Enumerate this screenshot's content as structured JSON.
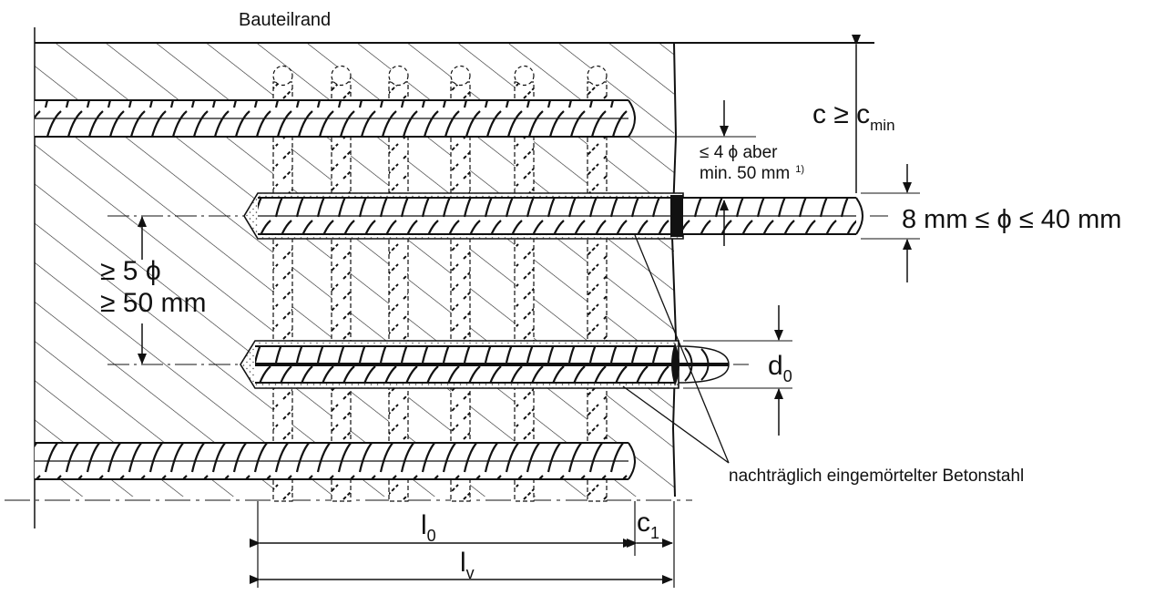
{
  "labels": {
    "component_edge": "Bauteilrand",
    "cover": "c ≥ c",
    "cover_sub": "min",
    "spacing_line1": "≤ 4 ϕ aber",
    "spacing_line2": "min. 50 mm",
    "spacing_note": "1)",
    "diameter_range": "8 mm ≤ ϕ ≤ 40 mm",
    "bar_distance_line1": "≥ 5 ϕ",
    "bar_distance_line2": "≥ 50 mm",
    "drill_diameter": "d",
    "drill_diameter_sub": "0",
    "post_installed_rebar": "nachträglich eingemörtelter Betonstahl",
    "lap_length": "l",
    "lap_length_sub": "0",
    "concrete_cover_end": "c",
    "concrete_cover_end_sub": "1",
    "embedment_length": "l",
    "embedment_length_sub": "v"
  },
  "colors": {
    "line": "#111111",
    "background": "#ffffff"
  }
}
